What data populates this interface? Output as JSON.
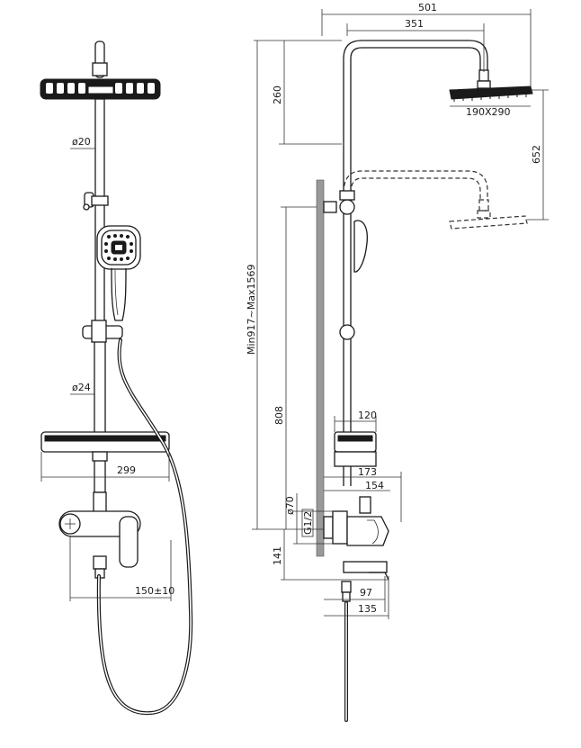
{
  "dimensions": {
    "front_pipe_diameter_upper": "ø20",
    "front_pipe_diameter_lower": "ø24",
    "shelf_width": "299",
    "valve_centres": "150±10",
    "overall_width": "501",
    "arm_reach": "351",
    "arm_height": "260",
    "head_size": "190X290",
    "height_adjustment": "652",
    "total_height": "Min917~Max1569",
    "mixer_to_bracket": "808",
    "shelf_depth": "120",
    "mixer_depth_a": "173",
    "mixer_depth_b": "154",
    "flange_diameter": "ø70",
    "thread": "G1/2",
    "spout_height": "141",
    "spout_reach_a": "97",
    "spout_reach_b": "135"
  }
}
